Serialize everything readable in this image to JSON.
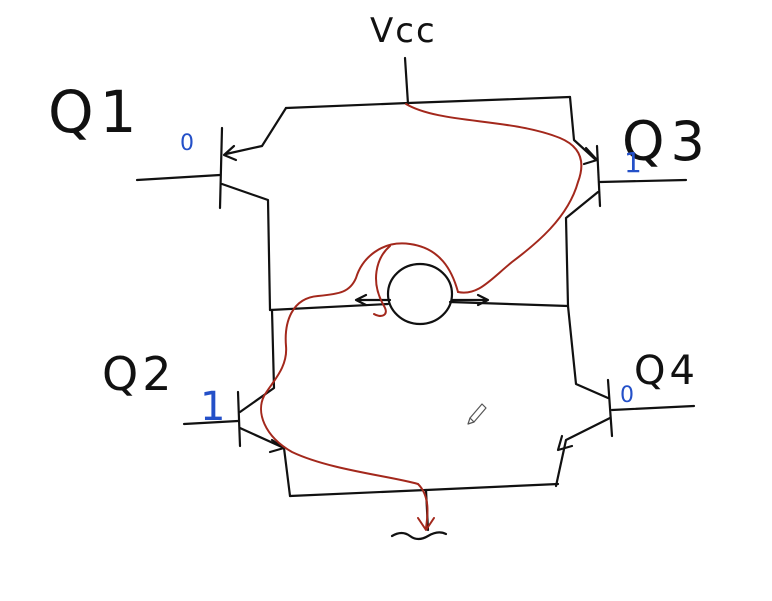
{
  "diagram": {
    "supply_label": "Vcc",
    "transistors": [
      {
        "id": "q1",
        "label": "Q1",
        "state": "0"
      },
      {
        "id": "q2",
        "label": "Q2",
        "state": "1"
      },
      {
        "id": "q3",
        "label": "Q3",
        "state": "1"
      },
      {
        "id": "q4",
        "label": "Q4",
        "state": "0"
      }
    ],
    "colors": {
      "wire": "#111111",
      "current_path": "#a3281c",
      "state_marks": "#2450c8",
      "background": "#ffffff"
    },
    "icons": {
      "motor": "motor-icon",
      "ground": "ground-icon",
      "cursor": "pen-cursor-icon"
    }
  }
}
